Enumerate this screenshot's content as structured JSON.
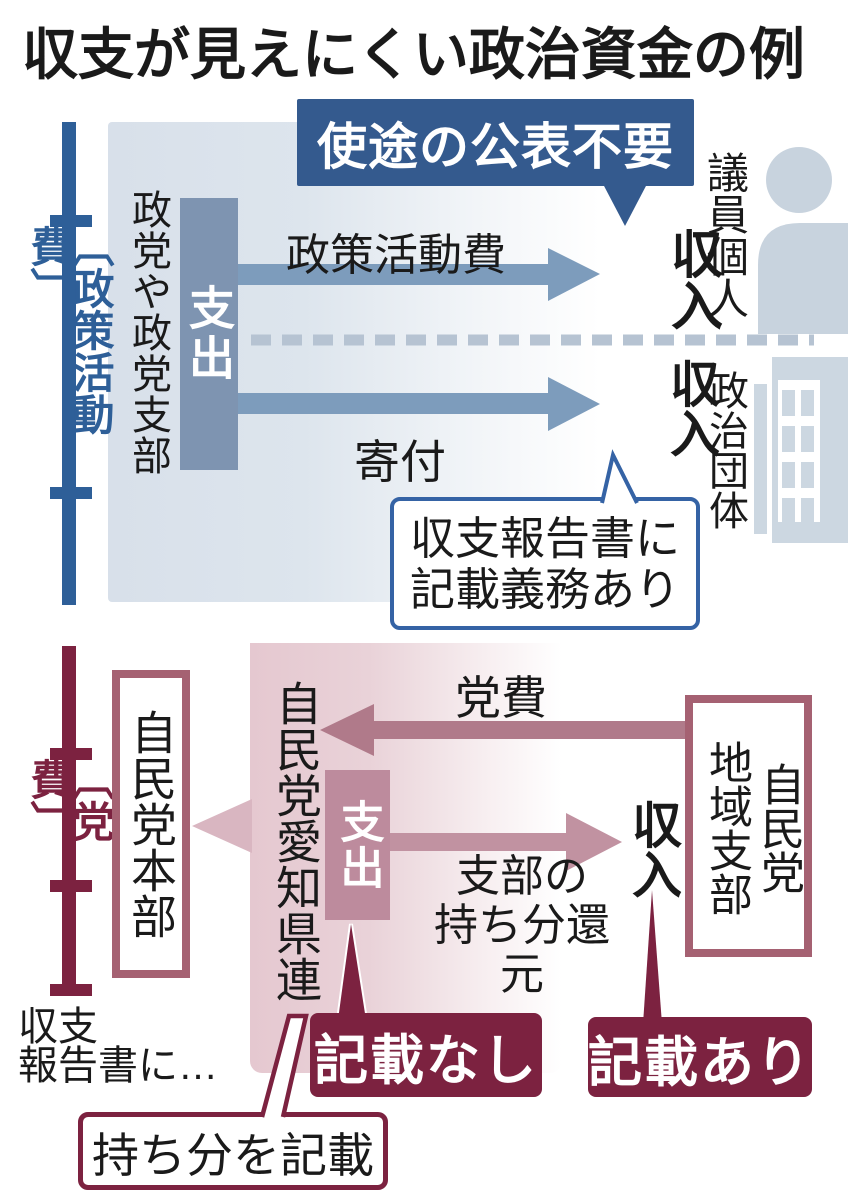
{
  "title": "収支が見えにくい政治資金の例",
  "colors": {
    "blue_dark": "#345a8e",
    "blue_bracket": "#2e5f98",
    "blue_arrow": "#7d9cbc",
    "blue_block": "#7e94b1",
    "blue_panel": "#d8e0ea",
    "dash_line": "#b6c3d2",
    "icon_gray_blue": "#c8d3de",
    "maroon_dark": "#7c2240",
    "maroon_border": "#a56172",
    "maroon_arrow": "#b07a8a",
    "pink_block": "#bd8b9d",
    "pink_arrow_light": "#d9b6c1",
    "pink_panel": "#e5c8d0"
  },
  "top": {
    "bracket_label": "〔政策活動費〕",
    "banner": "使途の公表不要",
    "source_label": "政党や政党支部",
    "expense_label": "支出",
    "flow1_label": "政策活動費",
    "flow2_label": "寄付",
    "income_label_1": "収入",
    "income_label_2": "収入",
    "recipient_person": "議員個人",
    "recipient_org": "政治団体",
    "note_line1": "収支報告書に",
    "note_line2": "記載義務あり"
  },
  "bottom": {
    "bracket_label": "〔党費〕",
    "hq_label": "自民党本部",
    "pref_label": "自民党愛知県連",
    "expense_label": "支出",
    "branch_line1": "自民党",
    "branch_line2": "地域支部",
    "fee_label": "党費",
    "return_line1": "支部の",
    "return_line2": "持ち分還元",
    "income_label": "収入",
    "report_line1": "収支",
    "report_line2": "報告書に…",
    "no_entry_label": "記載なし",
    "entry_label": "記載あり",
    "share_label": "持ち分を記載"
  }
}
